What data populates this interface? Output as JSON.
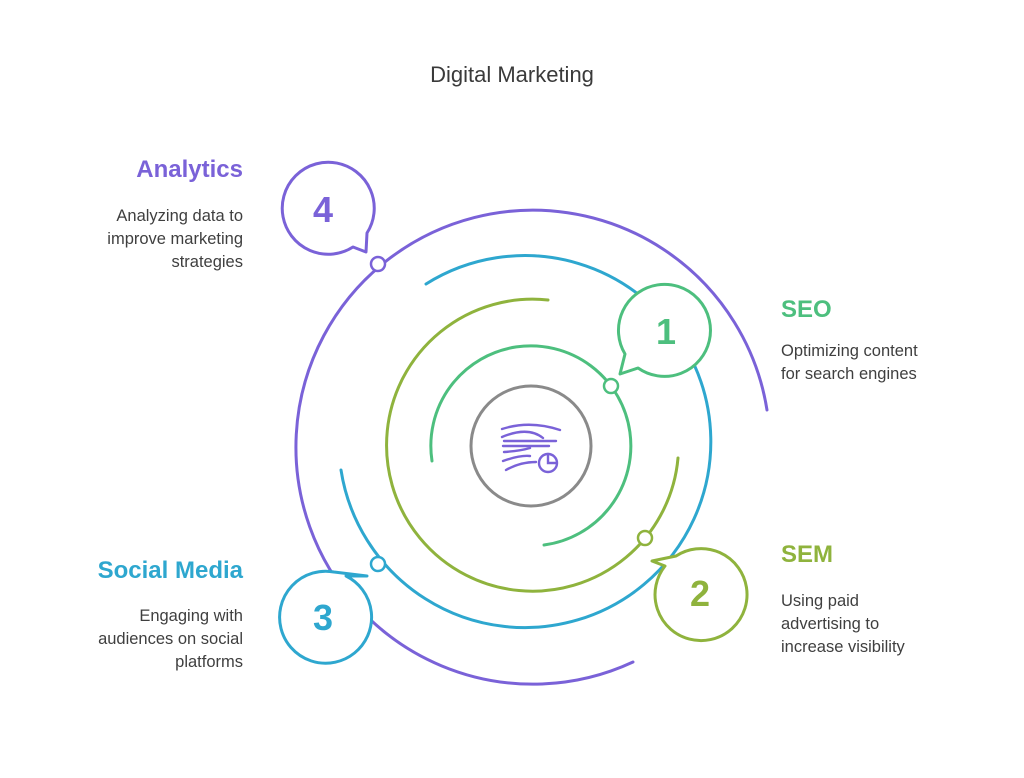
{
  "title": "Digital Marketing",
  "colors": {
    "seo": "#4dbf7e",
    "sem": "#8fb33d",
    "social": "#2ea7cf",
    "analytics": "#7a62d8",
    "center": "#8a8a8a"
  },
  "center_icon": "marketing-funnel-chart-icon",
  "steps": [
    {
      "number": "1",
      "heading": "SEO",
      "desc": [
        "Optimizing content",
        "for search engines"
      ]
    },
    {
      "number": "2",
      "heading": "SEM",
      "desc": [
        "Using paid",
        "advertising to",
        "increase visibility"
      ]
    },
    {
      "number": "3",
      "heading": "Social Media",
      "desc": [
        "Engaging with",
        "audiences on social",
        "platforms"
      ]
    },
    {
      "number": "4",
      "heading": "Analytics",
      "desc": [
        "Analyzing data to",
        "improve marketing",
        "strategies"
      ]
    }
  ]
}
